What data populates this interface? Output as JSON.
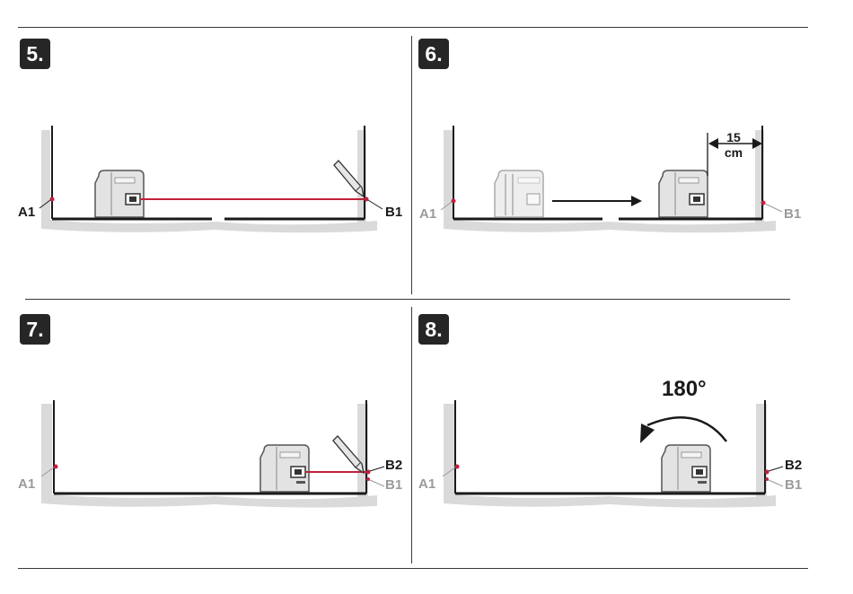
{
  "steps": [
    {
      "number": "5.",
      "labels": {
        "a1": "A1",
        "b1": "B1"
      }
    },
    {
      "number": "6.",
      "labels": {
        "a1": "A1",
        "b1": "B1"
      },
      "distance": {
        "value": "15",
        "unit": "cm"
      }
    },
    {
      "number": "7.",
      "labels": {
        "a1": "A1",
        "b2": "B2",
        "b1": "B1"
      }
    },
    {
      "number": "8.",
      "labels": {
        "a1": "A1",
        "b2": "B2",
        "b1": "B1"
      },
      "rotation": "180°"
    }
  ],
  "colors": {
    "laser": "#c0203a",
    "ink": "#1a1a1a",
    "faded_label": "#9a9a9a",
    "device_fill": "#e3e3e3",
    "device_stroke": "#555555",
    "floor_shadow": "#dadada",
    "badge": "#262626"
  },
  "icons": {
    "pencil": "pencil-icon",
    "arrow": "arrow-right-icon",
    "rotate": "rotate-arrow-icon",
    "device": "laser-level-device"
  }
}
